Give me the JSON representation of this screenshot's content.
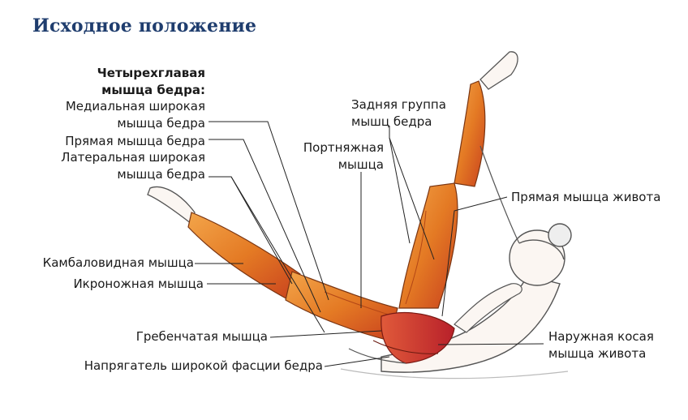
{
  "title": "Исходное положение",
  "labels": {
    "quadriceps_header": [
      "Четырехглавая",
      "мышца бедра:"
    ],
    "vastus_medialis": [
      "Медиальная широкая",
      "мышца бедра"
    ],
    "rectus_femoris": [
      "Прямая мышца бедра"
    ],
    "vastus_lateralis": [
      "Латеральная широкая",
      "мышца бедра"
    ],
    "hamstrings": [
      "Задняя группа",
      "мышц бедра"
    ],
    "sartorius": [
      "Портняжная",
      "мышца"
    ],
    "rectus_abdominis": [
      "Прямая мышца живота"
    ],
    "soleus": [
      "Камбаловидная мышца"
    ],
    "gastrocnemius": [
      "Икроножная мышца"
    ],
    "pectineus": [
      "Гребенчатая мышца"
    ],
    "tfl": [
      "Напрягатель широкой фасции бедра"
    ],
    "external_oblique": [
      "Наружная косая",
      "мышца живота"
    ]
  },
  "colors": {
    "title": "#1f3d6e",
    "muscle": "#e8862a",
    "muscle_dark": "#c8401e",
    "outline": "#555555",
    "leader": "#222222"
  }
}
